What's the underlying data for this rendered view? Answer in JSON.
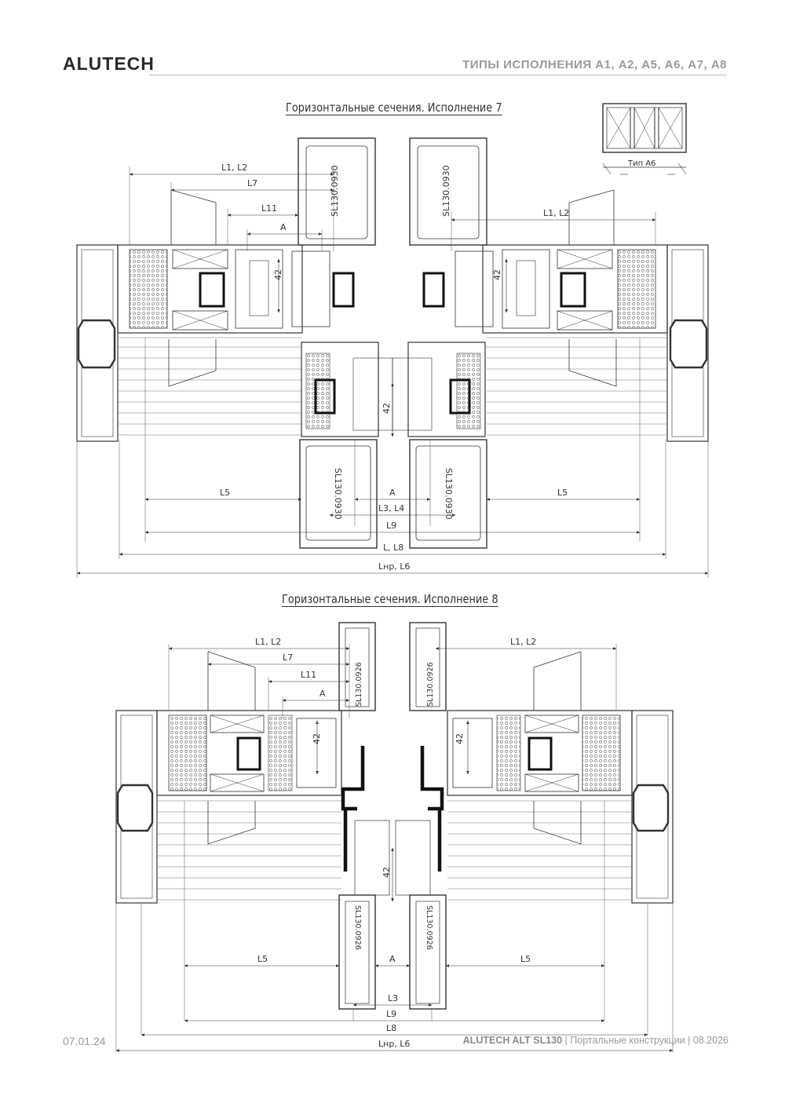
{
  "header": {
    "brand": "ALUTECH",
    "title": "ТИПЫ ИСПОЛНЕНИЯ А1, А2, А5, А6, А7, А8"
  },
  "section7": {
    "title": "Горизонтальные сечения. Исполнение 7",
    "type_label": "Тип А6",
    "profile": "SL130.0930",
    "dims": {
      "l1l2": "L1, L2",
      "l7": "L7",
      "l11": "L11",
      "a": "A",
      "d42": "42",
      "l5": "L5",
      "l3l4": "L3, L4",
      "l9": "L9",
      "ll8": "L, L8",
      "lnp": "Lнр, L6"
    }
  },
  "section8": {
    "title": "Горизонтальные сечения. Исполнение 8",
    "profile": "SL130.0926",
    "dims": {
      "l1l2": "L1, L2",
      "l7": "L7",
      "l11": "L11",
      "a": "A",
      "d42": "42",
      "l5": "L5",
      "l3": "L3",
      "l9": "L9",
      "l8": "L8",
      "lnp": "Lнр, L6"
    }
  },
  "footer": {
    "date": "07.01.24",
    "product": "ALUTECH ALT SL130",
    "subtitle": " | Портальные конструкции | 08.2026"
  }
}
